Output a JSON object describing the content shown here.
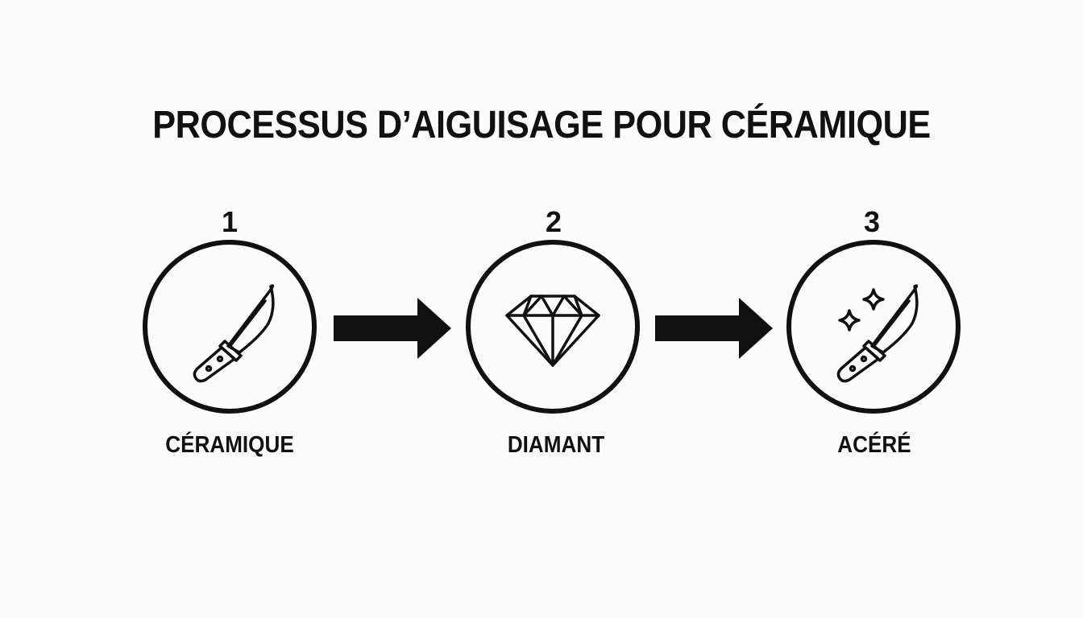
{
  "title": "PROCESSUS D’AIGUISAGE POUR CÉRAMIQUE",
  "steps": [
    {
      "number": "1",
      "label": "CÉRAMIQUE",
      "icon": "knife-icon"
    },
    {
      "number": "2",
      "label": "DIAMANT",
      "icon": "diamond-icon"
    },
    {
      "number": "3",
      "label": "ACÉRÉ",
      "icon": "sharp-knife-sparkle-icon"
    }
  ],
  "colors": {
    "background": "#fcfcfc",
    "foreground": "#111111"
  }
}
